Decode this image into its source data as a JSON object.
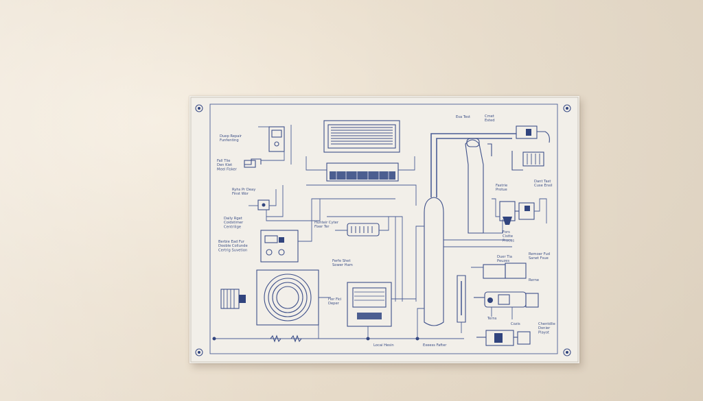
{
  "poster": {
    "labels": {
      "top_center_left": "Esa Test",
      "top_center_right": "Cmet\nEsted",
      "upper_left_1": "Duep Repair\nFunfenting",
      "upper_left_2": "Fall Tlie\nDen Kiet\nMeel Fisker",
      "mid_left_1": "Ryhs Pr Deay\nFinst Wor",
      "mid_left_2": "Daily Rget\nCoidstimer\nCentrilige",
      "mid_left_3": "Berbie Ead Fur\nDooble Collunde\nCertrig Suvetion",
      "center_1": "Hunteir Cyter\nFixer Ter",
      "center_2": "Ferfe Shet\nSower Ham",
      "right_1": "Fastrie\nProtue",
      "right_2": "Dant Tast\nCuse Ensil",
      "right_3": "Fors\nCistte\nProcus",
      "right_4": "Duer Tia\nPeuzes",
      "right_5": "Remoer Fud\nSanet Fsue",
      "right_6": "Rerne",
      "right_7": "Terns",
      "right_8": "Cozis",
      "right_9": "Chentdlie\nDonier\nPlayot",
      "fan_label": "Fior Fici\nDeper",
      "bottom_1": "Locai Hesin",
      "bottom_2": "Exeess Fafter"
    }
  }
}
